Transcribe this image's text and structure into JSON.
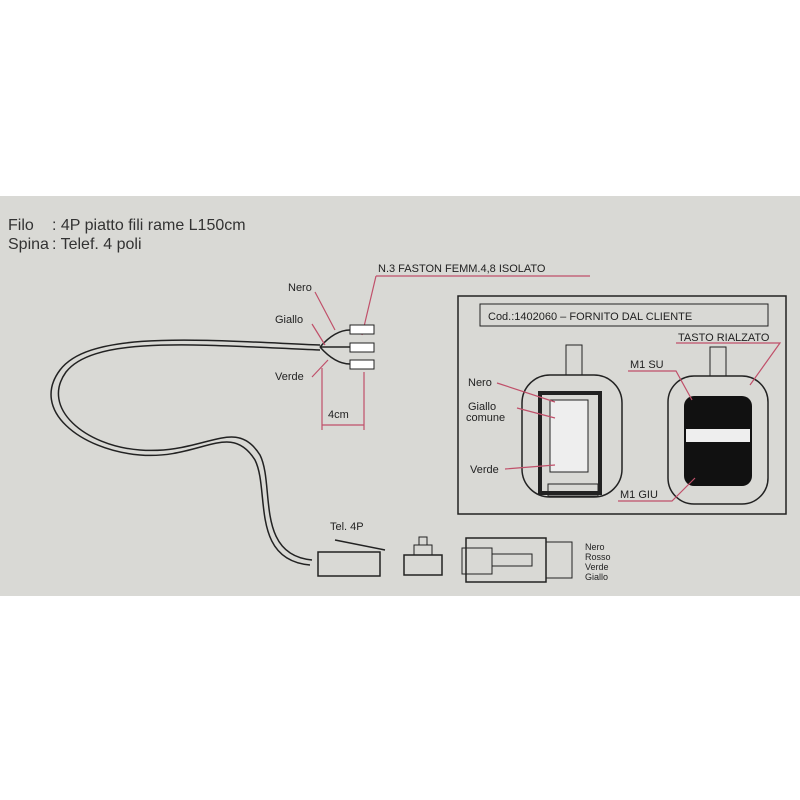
{
  "header": {
    "filo_label": "Filo",
    "filo_value": ":  4P  piatto  fili  rame  L150cm",
    "spina_label": "Spina",
    "spina_value": ":  Telef.  4  poli"
  },
  "cable": {
    "faston_note": "N.3  FASTON  FEMM.4,8  ISOLATO",
    "wires": [
      "Nero",
      "Giallo",
      "Verde"
    ],
    "length_label": "4cm",
    "plug_label": "Tel.  4P",
    "plug_pins": [
      "Nero",
      "Rosso",
      "Verde",
      "Giallo"
    ]
  },
  "inset": {
    "code_label": "Cod.:1402060  –  FORNITO  DAL  CLIENTE",
    "left_labels": [
      "Nero",
      "Giallo",
      "comune",
      "Verde"
    ],
    "tasto_label": "TASTO  RIALZATO",
    "m1_su": "M1  SU",
    "m1_giu": "M1  GIU"
  }
}
